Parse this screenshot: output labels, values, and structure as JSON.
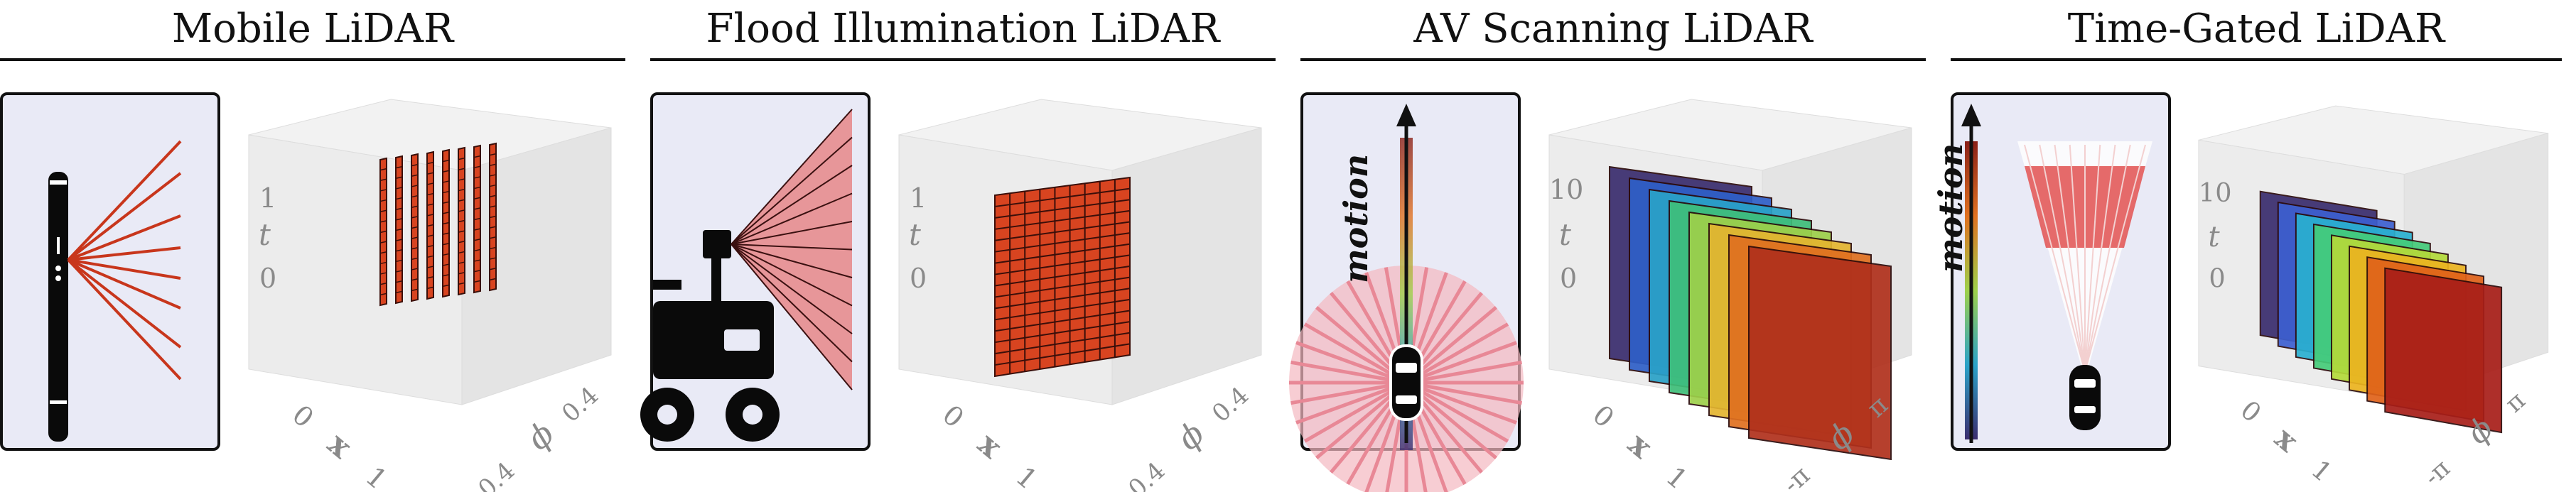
{
  "panels": [
    {
      "title": "Mobile LiDAR",
      "axes": {
        "t_max": "1",
        "t_min": "0",
        "t_label": "t",
        "x_min": "0",
        "x_max": "1",
        "x_label": "x",
        "phi_min": "-0.4",
        "phi_max": "0.4",
        "phi_label": "ϕ"
      }
    },
    {
      "title": "Flood Illumination LiDAR",
      "axes": {
        "t_max": "1",
        "t_min": "0",
        "t_label": "t",
        "x_min": "0",
        "x_max": "1",
        "x_label": "x",
        "phi_min": "-0.4",
        "phi_max": "0.4",
        "phi_label": "ϕ"
      }
    },
    {
      "title": "AV Scanning LiDAR",
      "motion_label": "motion",
      "axes": {
        "t_max": "10",
        "t_min": "0",
        "t_label": "t",
        "x_min": "0",
        "x_max": "1",
        "x_label": "x",
        "phi_min": "-π",
        "phi_max": "π",
        "phi_label": "ϕ"
      }
    },
    {
      "title": "Time-Gated LiDAR",
      "motion_label": "motion",
      "axes": {
        "t_max": "10",
        "t_min": "0",
        "t_label": "t",
        "x_min": "0",
        "x_max": "1",
        "x_label": "x",
        "phi_min": "-π",
        "phi_max": "π",
        "phi_label": "ϕ"
      }
    }
  ],
  "colors": {
    "beam": "#c8361c",
    "panel_bg": "#e9eaf6",
    "slab_mobile": "#d84420",
    "slab_flood": "#d84420",
    "av_slabs": [
      "#3a2c6e",
      "#2f5fc8",
      "#2aa2c8",
      "#3fbf7a",
      "#9ed04a",
      "#e4b530",
      "#e07020",
      "#b0301c"
    ],
    "gated_slabs": [
      "#3a2c6e",
      "#3d5fd0",
      "#2ab0d0",
      "#45cc7a",
      "#b4da3a",
      "#ecb420",
      "#e0621a",
      "#a81e18"
    ]
  }
}
